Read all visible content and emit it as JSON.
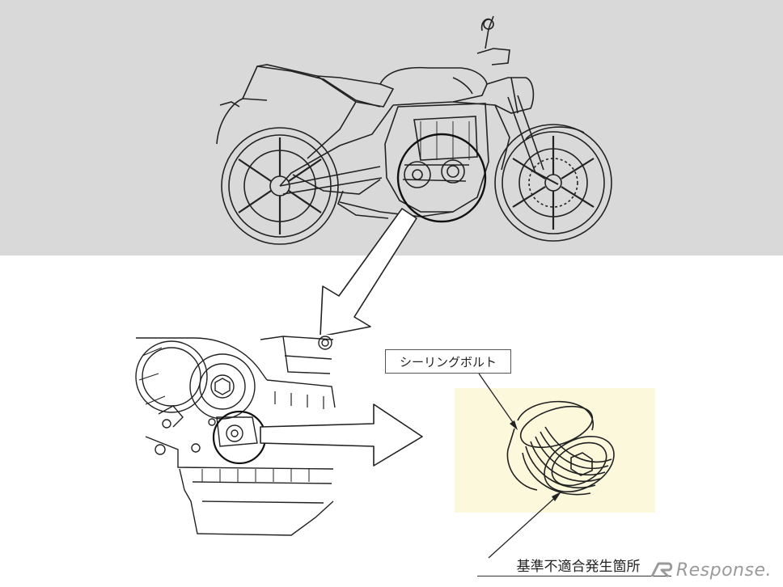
{
  "labels": {
    "part_name": "シーリングボルト",
    "failure_location": "基準不適合発生箇所"
  },
  "watermark": {
    "text": "Response."
  },
  "colors": {
    "top_band": "#d9d9d9",
    "highlight_panel": "#fbf8dc",
    "line_art": "#222222"
  }
}
